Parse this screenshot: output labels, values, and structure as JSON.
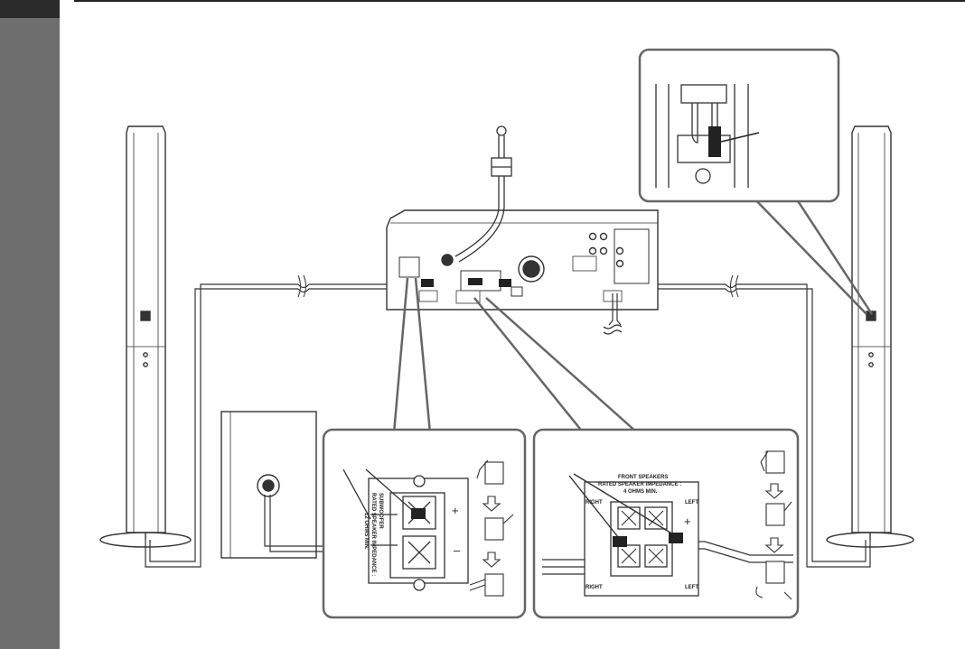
{
  "subwoofer_panel": {
    "polarity_plus": "+",
    "polarity_minus": "–",
    "label_line1": "SUBWOOFER",
    "label_line2": "RATED SPEAKER IMPEDANCE :",
    "label_line3": "12 OHMS MIN."
  },
  "front_panel": {
    "title_line1": "FRONT SPEAKERS",
    "title_line2": "RATED SPEAKER IMPEDANCE :",
    "title_line3": "4 OHMS MIN.",
    "right_top": "RIGHT",
    "left_top": "LEFT",
    "right_bottom": "RIGHT",
    "left_bottom": "LEFT",
    "polarity_plus": "+"
  },
  "colors": {
    "sidebar": "#6e6e6e",
    "sidebar_tab": "#2b2b2b",
    "line": "#333333",
    "callout": "#666666",
    "tube_marker": "#222222"
  }
}
